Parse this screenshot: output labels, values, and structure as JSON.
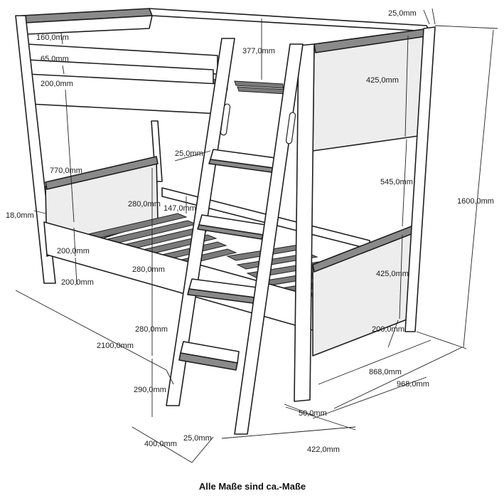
{
  "caption": "Alle Maße sind ca.-Maße",
  "dimensions": {
    "top_guard_height": "160,0mm",
    "guard_gap": "65,0mm",
    "upper_panel_height": "200,0mm",
    "upper_slat_gap": "377,0mm",
    "post_width_top": "25,0mm",
    "head_panel_height": "425,0mm",
    "ladder_rung_depth": "25,0mm",
    "mid_height": "770,0mm",
    "upper_clearance": "545,0mm",
    "total_height": "1600,0mm",
    "panel_thickness": "18,0mm",
    "rung_spacing_1": "280,0mm",
    "rung_offset": "147,0mm",
    "lower_panel_height": "200,0mm",
    "lower_head_height": "425,0mm",
    "rung_spacing_2": "280,0mm",
    "leg_height": "200,0mm",
    "rung_spacing_3": "280,0mm",
    "total_length": "2100,0mm",
    "foot_height": "200,0mm",
    "inner_width": "868,0mm",
    "outer_width": "968,0mm",
    "bottom_rung_height": "290,0mm",
    "post_width_bottom": "50,0mm",
    "ladder_width": "400,0mm",
    "ladder_rail": "25,0mm",
    "ladder_depth": "422,0mm"
  }
}
